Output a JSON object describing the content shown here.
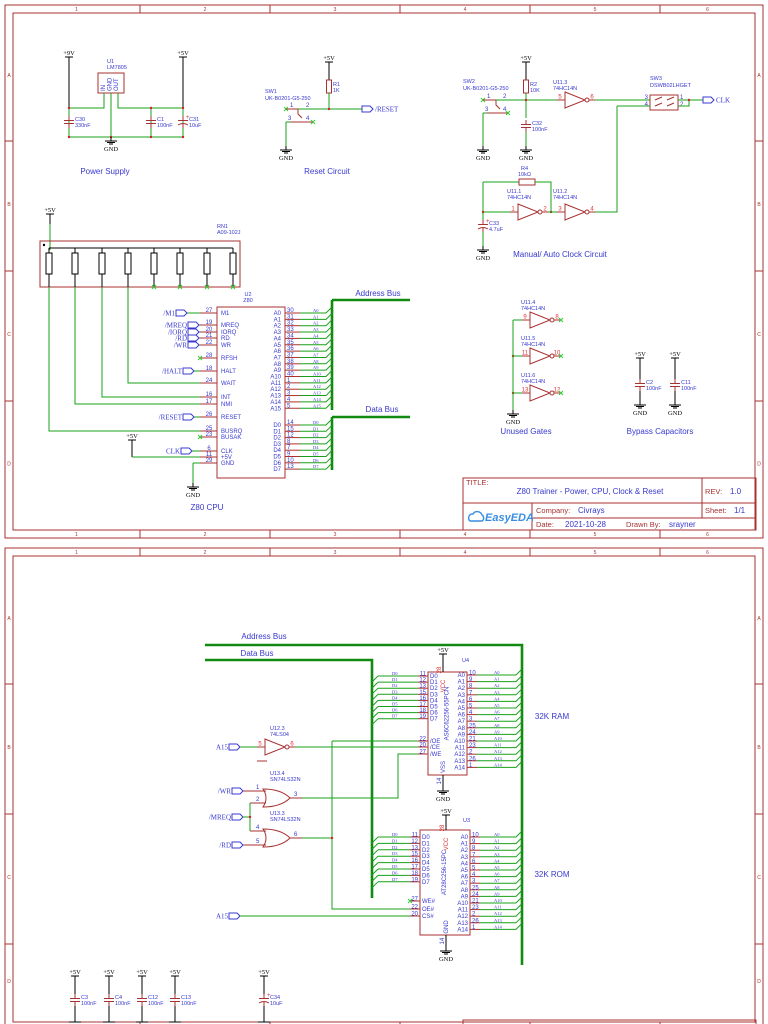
{
  "frame": {
    "cols": [
      "1",
      "2",
      "3",
      "4",
      "5",
      "6"
    ],
    "rows": [
      "A",
      "B",
      "C",
      "D"
    ]
  },
  "colors": {
    "wire": "#17a017",
    "bus": "#108a10",
    "component": "#a83232",
    "text": "#3838d0"
  },
  "power": {
    "title": "Power Supply",
    "vin": "+9V",
    "vout": "+5V",
    "gnd": "GND",
    "u1": {
      "ref": "U1",
      "part": "LM7805",
      "pins": [
        "IN",
        "GND",
        "OUT"
      ]
    },
    "caps": [
      {
        "ref": "C30",
        "value": "330nF"
      },
      {
        "ref": "C1",
        "value": "100nF"
      },
      {
        "ref": "C31",
        "value": "10uF"
      }
    ]
  },
  "reset": {
    "title": "Reset Circuit",
    "vcc": "+5V",
    "gnd": "GND",
    "r1": {
      "ref": "R1",
      "value": "1K"
    },
    "sw1": {
      "ref": "SW1",
      "part": "UK-B0201-G5-250",
      "pins": [
        "1",
        "2",
        "3",
        "4"
      ]
    },
    "net": "/RESET"
  },
  "clock": {
    "title": "Manual/ Auto Clock Circuit",
    "vcc": "+5V",
    "gnd": "GND",
    "sw2": {
      "ref": "SW2",
      "part": "UK-B0201-G5-250",
      "pins": [
        "1",
        "2",
        "3",
        "4"
      ]
    },
    "r2": {
      "ref": "R2",
      "value": "10K"
    },
    "c32": {
      "ref": "C32",
      "value": "100nF"
    },
    "u11_3": {
      "ref": "U11.3",
      "part": "74HC14N",
      "pins": [
        "5",
        "6"
      ]
    },
    "sw3": {
      "ref": "SW3",
      "part": "DSWB02LHGET",
      "pins": [
        "3",
        "4",
        "1",
        "2"
      ]
    },
    "r4": {
      "ref": "R4",
      "value": "10kΩ"
    },
    "u11_1": {
      "ref": "U11.1",
      "part": "74HC14N",
      "pins": [
        "1",
        "2"
      ]
    },
    "u11_2": {
      "ref": "U11.2",
      "part": "74HC14N",
      "pins": [
        "3",
        "4"
      ]
    },
    "c33": {
      "ref": "C33",
      "value": "4.7uF"
    },
    "net": "CLK"
  },
  "rn1": {
    "ref": "RN1",
    "part": "A09-102J",
    "vcc": "+5V"
  },
  "cpu": {
    "title": "Z80 CPU",
    "ref": "U2",
    "part": "Z80",
    "vcc": "+5V",
    "gnd": "GND",
    "address_bus": "Address Bus",
    "data_bus": "Data Bus",
    "left_pins": [
      {
        "name": "M1",
        "num": "27",
        "net": "/M1"
      },
      {
        "name": "MREQ",
        "num": "19",
        "net": "/MREQ"
      },
      {
        "name": "IORQ",
        "num": "20",
        "net": "/IORQ"
      },
      {
        "name": "RD",
        "num": "21",
        "net": "/RD"
      },
      {
        "name": "WR",
        "num": "22",
        "net": "/WR"
      },
      {
        "name": "RFSH",
        "num": "28"
      },
      {
        "name": "HALT",
        "num": "18",
        "net": "/HALT"
      },
      {
        "name": "WAIT",
        "num": "24"
      },
      {
        "name": "INT",
        "num": "16"
      },
      {
        "name": "NMI",
        "num": "17"
      },
      {
        "name": "RESET",
        "num": "26",
        "net": "/RESET"
      },
      {
        "name": "BUSRQ",
        "num": "25"
      },
      {
        "name": "BUSAK",
        "num": "23"
      },
      {
        "name": "CLK",
        "num": "6",
        "net": "CLK"
      },
      {
        "name": "+5V",
        "num": "11"
      },
      {
        "name": "GND",
        "num": "29"
      }
    ],
    "addr_pins": [
      {
        "name": "A0",
        "num": "30"
      },
      {
        "name": "A1",
        "num": "31"
      },
      {
        "name": "A2",
        "num": "32"
      },
      {
        "name": "A3",
        "num": "33"
      },
      {
        "name": "A4",
        "num": "34"
      },
      {
        "name": "A5",
        "num": "35"
      },
      {
        "name": "A6",
        "num": "36"
      },
      {
        "name": "A7",
        "num": "37"
      },
      {
        "name": "A8",
        "num": "38"
      },
      {
        "name": "A9",
        "num": "39"
      },
      {
        "name": "A10",
        "num": "40"
      },
      {
        "name": "A11",
        "num": "1"
      },
      {
        "name": "A12",
        "num": "2"
      },
      {
        "name": "A13",
        "num": "3"
      },
      {
        "name": "A14",
        "num": "4"
      },
      {
        "name": "A15",
        "num": "5"
      }
    ],
    "data_pins": [
      {
        "name": "D0",
        "num": "14"
      },
      {
        "name": "D1",
        "num": "15"
      },
      {
        "name": "D2",
        "num": "12"
      },
      {
        "name": "D3",
        "num": "8"
      },
      {
        "name": "D4",
        "num": "7"
      },
      {
        "name": "D5",
        "num": "9"
      },
      {
        "name": "D6",
        "num": "10"
      },
      {
        "name": "D7",
        "num": "13"
      }
    ]
  },
  "unused": {
    "title": "Unused Gates",
    "gnd": "GND",
    "gates": [
      {
        "ref": "U11.4",
        "part": "74HC14N",
        "pins": [
          "9",
          "8"
        ]
      },
      {
        "ref": "U11.5",
        "part": "74HC14N",
        "pins": [
          "11",
          "10"
        ]
      },
      {
        "ref": "U11.6",
        "part": "74HC14N",
        "pins": [
          "13",
          "12"
        ]
      }
    ]
  },
  "bypass": {
    "title": "Bypass Capacitors",
    "vcc": "+5V",
    "gnd": "GND",
    "caps": [
      {
        "ref": "C2",
        "value": "100nF"
      },
      {
        "ref": "C11",
        "value": "100nF"
      }
    ]
  },
  "title_block": {
    "title_label": "TITLE:",
    "title": "Z80 Trainer - Power, CPU, Clock & Reset",
    "rev_label": "REV:",
    "rev": "1.0",
    "company_label": "Company:",
    "company": "Civrays",
    "sheet_label": "Sheet:",
    "sheet": "1/1",
    "date_label": "Date:",
    "date": "2021-10-28",
    "drawn_label": "Drawn By:",
    "drawn": "srayner",
    "logo": "EasyEDA"
  },
  "sheet2": {
    "address_bus": "Address Bus",
    "data_bus": "Data Bus",
    "vcc": "+5V",
    "gnd": "GND",
    "nets": {
      "wr": "/WR",
      "mreq": "/MREQ",
      "rd": "/RD",
      "a15": "A15"
    },
    "inverter": {
      "ref": "U12.3",
      "part": "74LS04",
      "pins": [
        "5",
        "6"
      ]
    },
    "or_gates": [
      {
        "ref": "U13.4",
        "part": "SN74LS32N",
        "pins": [
          "1",
          "2",
          "3"
        ]
      },
      {
        "ref": "U13.3",
        "part": "SN74LS32N",
        "pins": [
          "4",
          "5",
          "6"
        ]
      }
    ],
    "ram": {
      "title": "32K RAM",
      "ref": "U4",
      "part": "AS6C62256-55PCN",
      "vcc_pin": "VCC",
      "vcc_num": "28",
      "gnd_pin": "VSS",
      "gnd_num": "14",
      "data_pins": [
        {
          "name": "D0",
          "num": "11"
        },
        {
          "name": "D1",
          "num": "12"
        },
        {
          "name": "D2",
          "num": "13"
        },
        {
          "name": "D3",
          "num": "15"
        },
        {
          "name": "D4",
          "num": "16"
        },
        {
          "name": "D5",
          "num": "17"
        },
        {
          "name": "D6",
          "num": "18"
        },
        {
          "name": "D7",
          "num": "19"
        }
      ],
      "addr_pins": [
        {
          "name": "A0",
          "num": "10"
        },
        {
          "name": "A1",
          "num": "9"
        },
        {
          "name": "A2",
          "num": "8"
        },
        {
          "name": "A3",
          "num": "7"
        },
        {
          "name": "A4",
          "num": "6"
        },
        {
          "name": "A5",
          "num": "5"
        },
        {
          "name": "A6",
          "num": "4"
        },
        {
          "name": "A7",
          "num": "3"
        },
        {
          "name": "A8",
          "num": "25"
        },
        {
          "name": "A9",
          "num": "24"
        },
        {
          "name": "A10",
          "num": "21"
        },
        {
          "name": "A11",
          "num": "23"
        },
        {
          "name": "A12",
          "num": "2"
        },
        {
          "name": "A13",
          "num": "26"
        },
        {
          "name": "A14",
          "num": "1"
        }
      ],
      "ctrl_pins": [
        {
          "name": "/OE",
          "num": "22"
        },
        {
          "name": "/CE",
          "num": "20"
        },
        {
          "name": "/WE",
          "num": "27"
        }
      ]
    },
    "rom": {
      "title": "32K ROM",
      "ref": "U3",
      "part": "AT28C256-15PC",
      "vcc_pin": "VCC",
      "vcc_num": "28",
      "gnd_pin": "GND",
      "gnd_num": "14",
      "data_pins": [
        {
          "name": "D0",
          "num": "11"
        },
        {
          "name": "D1",
          "num": "12"
        },
        {
          "name": "D2",
          "num": "13"
        },
        {
          "name": "D3",
          "num": "15"
        },
        {
          "name": "D4",
          "num": "16"
        },
        {
          "name": "D5",
          "num": "17"
        },
        {
          "name": "D6",
          "num": "18"
        },
        {
          "name": "D7",
          "num": "19"
        }
      ],
      "addr_pins": [
        {
          "name": "A0",
          "num": "10"
        },
        {
          "name": "A1",
          "num": "9"
        },
        {
          "name": "A2",
          "num": "8"
        },
        {
          "name": "A3",
          "num": "7"
        },
        {
          "name": "A4",
          "num": "6"
        },
        {
          "name": "A5",
          "num": "5"
        },
        {
          "name": "A6",
          "num": "4"
        },
        {
          "name": "A7",
          "num": "3"
        },
        {
          "name": "A8",
          "num": "25"
        },
        {
          "name": "A9",
          "num": "24"
        },
        {
          "name": "A10",
          "num": "21"
        },
        {
          "name": "A11",
          "num": "23"
        },
        {
          "name": "A12",
          "num": "2"
        },
        {
          "name": "A13",
          "num": "26"
        },
        {
          "name": "A14",
          "num": "1"
        }
      ],
      "ctrl_pins": [
        {
          "name": "WE#",
          "num": "27"
        },
        {
          "name": "OE#",
          "num": "22"
        },
        {
          "name": "CS#",
          "num": "20"
        }
      ]
    },
    "caps": [
      {
        "ref": "C3",
        "value": "100nF"
      },
      {
        "ref": "C4",
        "value": "100nF"
      },
      {
        "ref": "C12",
        "value": "100nF"
      },
      {
        "ref": "C13",
        "value": "100nF"
      },
      {
        "ref": "C34",
        "value": "10uF"
      }
    ]
  }
}
